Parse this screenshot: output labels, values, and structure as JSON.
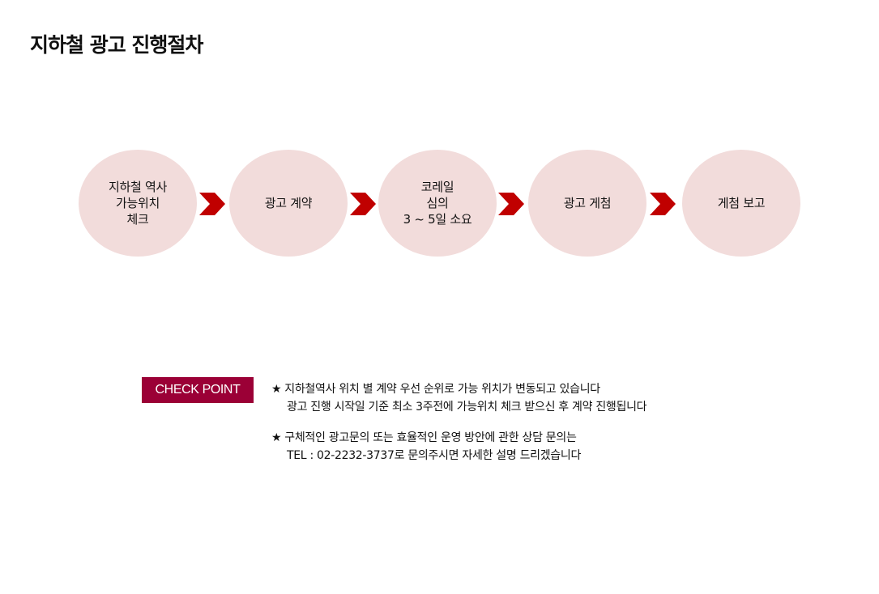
{
  "title": "지하철 광고 진행절차",
  "colors": {
    "circle_fill": "#f2dcdb",
    "arrow": "#c00000",
    "badge": "#9b0036"
  },
  "steps": [
    {
      "lines": [
        "지하철 역사",
        "가능위치",
        "체크"
      ]
    },
    {
      "lines": [
        "광고 계약"
      ]
    },
    {
      "lines": [
        "코레일",
        "심의",
        "3 ~ 5일 소요"
      ]
    },
    {
      "lines": [
        "광고 게첨"
      ]
    },
    {
      "lines": [
        "게첨 보고"
      ]
    }
  ],
  "arrow_icon": "chevron-right-icon",
  "check_point": {
    "label": "CHECK POINT",
    "star": "★",
    "notes": [
      {
        "line1": "지하철역사 위치 별 계약 우선 순위로 가능 위치가 변동되고 있습니다",
        "line2": "광고 진행 시작일 기준 최소 3주전에 가능위치 체크 받으신 후 계약 진행됩니다"
      },
      {
        "line1": "구체적인 광고문의 또는 효율적인 운영 방안에 관한 상담 문의는",
        "line2": "TEL : 02-2232-3737로 문의주시면 자세한 설명 드리겠습니다"
      }
    ]
  }
}
